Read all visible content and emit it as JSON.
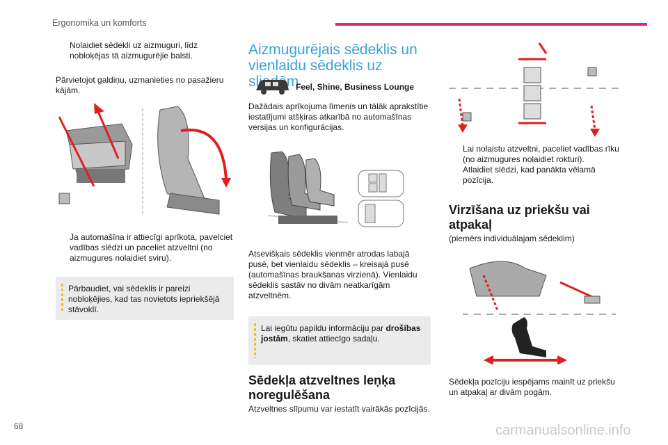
{
  "header": {
    "section_title": "Ergonomika un komforts",
    "accent_color": "#d6258a"
  },
  "page_number": "68",
  "watermark": "carmanualsonline.info",
  "left_column": {
    "bullet1": "Nolaidiet sēdekli uz aizmuguri, līdz nobloķējas tā aizmugurējie balsti.",
    "para1": "Pārvietojot galdiņu, uzmanieties no pasažieru kājām.",
    "bullet2": "Ja automašīna ir attiecīgi aprīkota, pavelciet vadības slēdzi un paceliet atzveltni (no aizmugures nolaidiet sviru).",
    "note": "Pārbaudiet, vai sēdeklis ir pareizi nobloķējies, kad tas novietots iepriekšējā stāvoklī."
  },
  "middle_column": {
    "heading": "Aizmugurējais sēdeklis un vienlaidu sēdeklis uz sliedēm",
    "trims": "Feel, Shine, Business Lounge",
    "para1": "Dažādais aprīkojuma līmenis un tālāk aprakstītie iestatījumi atšķiras atkarībā no automašīnas versijas un konfigurācijas.",
    "para2": "Atsevišķais sēdeklis vienmēr atrodas labajā pusē, bet vienlaidu sēdeklis – kreisajā pusē (automašīnas braukšanas virzienā). Vienlaidu sēdeklis sastāv no divām neatkarīgām atzveltnēm.",
    "note_plain": "Lai iegūtu papildu informāciju par ",
    "note_bold": "drošības jostām",
    "note_tail": ", skatiet attiecīgo sadaļu.",
    "heading2": "Sēdekļa atzveltnes leņķa noregulēšana",
    "para3": "Atzveltnes slīpumu var iestatīt vairākās pozīcijās."
  },
  "right_column": {
    "bullet1": "Lai nolaistu atzveltni, paceliet vadības rīku (no aizmugures nolaidiet rokturi).",
    "bullet2": "Atlaidiet slēdzi, kad panākta vēlamā pozīcija.",
    "heading": "Virzīšana uz priekšu vai atpakaļ",
    "subtitle": "(piemērs individuālajam sēdeklim)",
    "para": "Sēdekļa pozīciju iespējams mainīt uz priekšu un atpakaļ ar divām pogām."
  },
  "bullet_symbol": "",
  "colors": {
    "heading_blue": "#3aa0d8",
    "arrow_red": "#e02020",
    "note_bg": "#ebebeb",
    "note_stripe": "#e8c234"
  }
}
